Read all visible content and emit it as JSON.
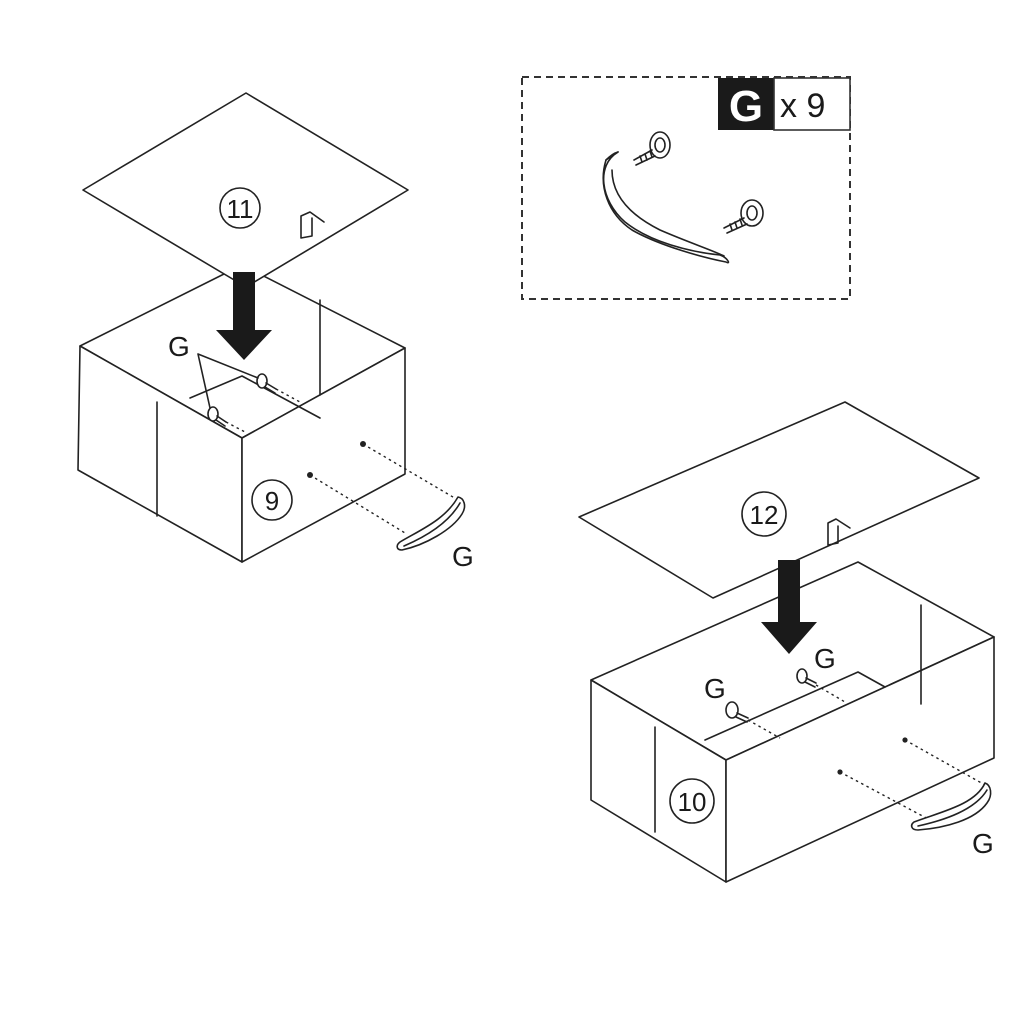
{
  "legend": {
    "letter": "G",
    "quantity": "x 9"
  },
  "part_numbers": {
    "top_panel_small": "11",
    "top_panel_large": "12",
    "box_small": "9",
    "box_large": "10"
  },
  "hardware_labels": {
    "small_box_screws": "G",
    "small_box_handle": "G",
    "large_box_screw_right": "G",
    "large_box_screw_left": "G",
    "large_box_handle": "G"
  },
  "colors": {
    "line": "#222222",
    "arrow": "#1a1a1a",
    "legend_badge": "#1a1a1a"
  }
}
